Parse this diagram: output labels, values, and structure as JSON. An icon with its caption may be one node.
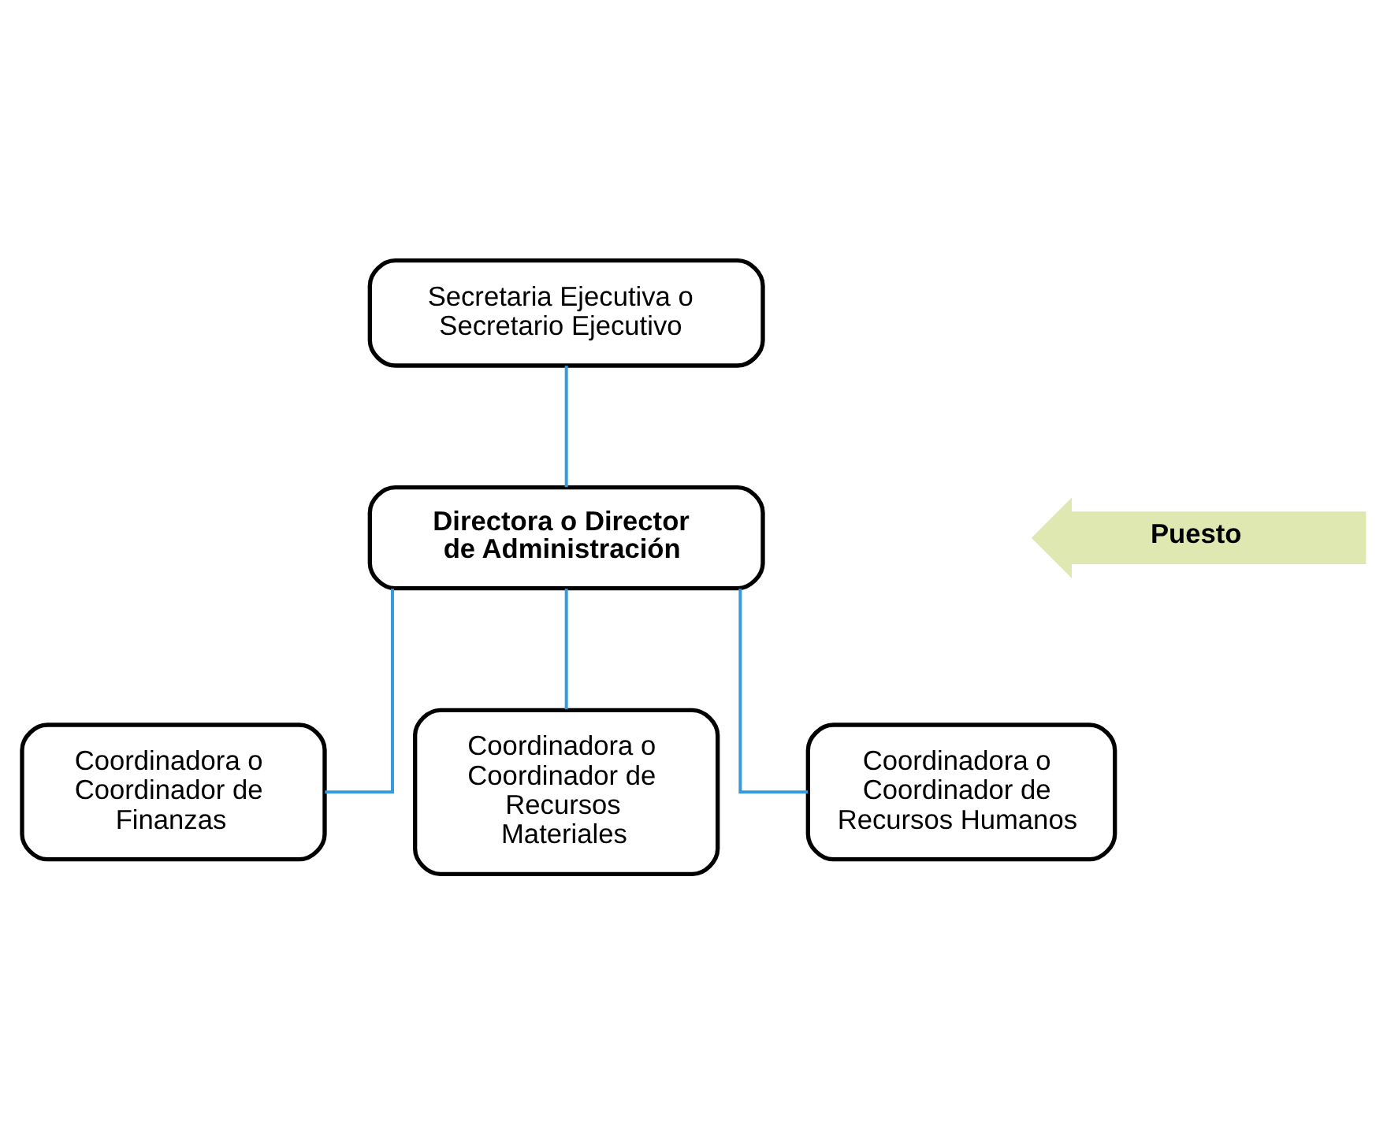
{
  "diagram": {
    "nodes": [
      {
        "text": [
          "Secretaria Ejecutiva o Secretario Ejecutivo"
        ]
      },
      {
        "text": [
          "Directora o Director de Administración"
        ]
      },
      {
        "text": [
          "Puesto"
        ]
      },
      {
        "text": [
          "Coordinadora o Coordinador de Finanzas"
        ]
      },
      {
        "text": [
          "Coordinadora o Coordinador de Recursos Materiales"
        ]
      },
      {
        "text": [
          "Coordinadora o Coordinador de Recursos Humanos"
        ]
      }
    ],
    "edges": [
      {
        "from": 0,
        "to": 1,
        "arrow": "none"
      },
      {
        "from": 1,
        "to": 3,
        "arrow": "none"
      },
      {
        "from": 1,
        "to": 4,
        "arrow": "none"
      },
      {
        "from": 1,
        "to": 5,
        "arrow": "none"
      }
    ]
  }
}
